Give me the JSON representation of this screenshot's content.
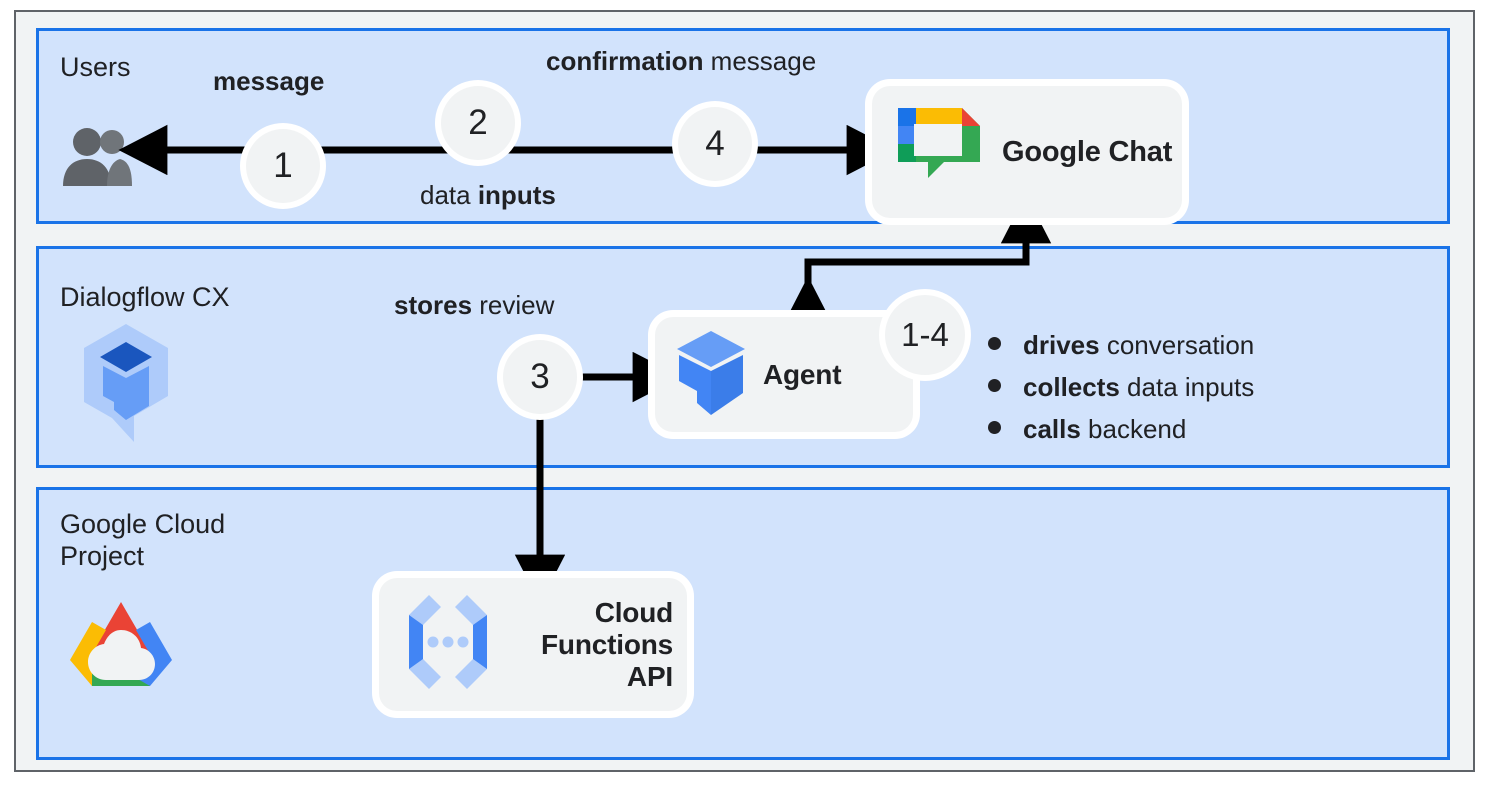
{
  "diagram": {
    "title": "Dialogflow CX Google Chat architecture",
    "colors": {
      "band_fill": "#D2E3FC",
      "band_border": "#1A73E8",
      "frame_fill": "#F1F3F4",
      "frame_border": "#5F6368",
      "card_fill": "#F1F3F4",
      "text": "#202124",
      "google_blue": "#4285F4",
      "google_red": "#EA4335",
      "google_yellow": "#FBBC04",
      "google_green": "#34A853",
      "google_green_dark": "#0F9D58",
      "dialogflow_light": "#AECBFA",
      "dialogflow_mid": "#669DF6",
      "dialogflow_dark": "#1A56BE",
      "users_gray": "#5F6368"
    }
  },
  "bands": [
    {
      "id": "users",
      "title": "Users",
      "icon": "users-group-icon"
    },
    {
      "id": "dialogflow",
      "title": "Dialogflow CX",
      "icon": "dialogflow-cx-logo"
    },
    {
      "id": "gcp",
      "title": "Google Cloud\nProject",
      "icon": "google-cloud-logo"
    }
  ],
  "cards": [
    {
      "id": "google-chat",
      "label": "Google\nChat",
      "icon": "google-chat-logo"
    },
    {
      "id": "agent",
      "label": "Agent",
      "icon": "dialogflow-agent-icon",
      "badge": "1-4"
    },
    {
      "id": "cloud-functions",
      "label": "Cloud\nFunctions\nAPI",
      "icon": "cloud-functions-icon"
    }
  ],
  "steps": [
    {
      "id": "1",
      "number": "1"
    },
    {
      "id": "2",
      "number": "2"
    },
    {
      "id": "3",
      "number": "3"
    },
    {
      "id": "4",
      "number": "4"
    },
    {
      "id": "1-4",
      "number": "1-4"
    }
  ],
  "flow_labels": [
    {
      "id": "message",
      "bold": "message",
      "regular": ""
    },
    {
      "id": "confirmation",
      "bold": "confirmation",
      "regular": " message"
    },
    {
      "id": "data-inputs",
      "bold": "",
      "regular": "data ",
      "bold_tail": "inputs"
    },
    {
      "id": "stores-review",
      "bold": "stores",
      "regular": " review"
    }
  ],
  "agent_bullets": [
    {
      "bold": "drives",
      "regular": " conversation"
    },
    {
      "bold": "collects",
      "regular": " data inputs"
    },
    {
      "bold": "calls",
      "regular": " backend"
    }
  ],
  "label_text": {
    "message_bold": "message",
    "confirmation_bold": "confirmation",
    "confirmation_regular": " message",
    "data_regular": "data ",
    "inputs_bold": "inputs",
    "stores_bold": "stores",
    "review_regular": " review"
  }
}
